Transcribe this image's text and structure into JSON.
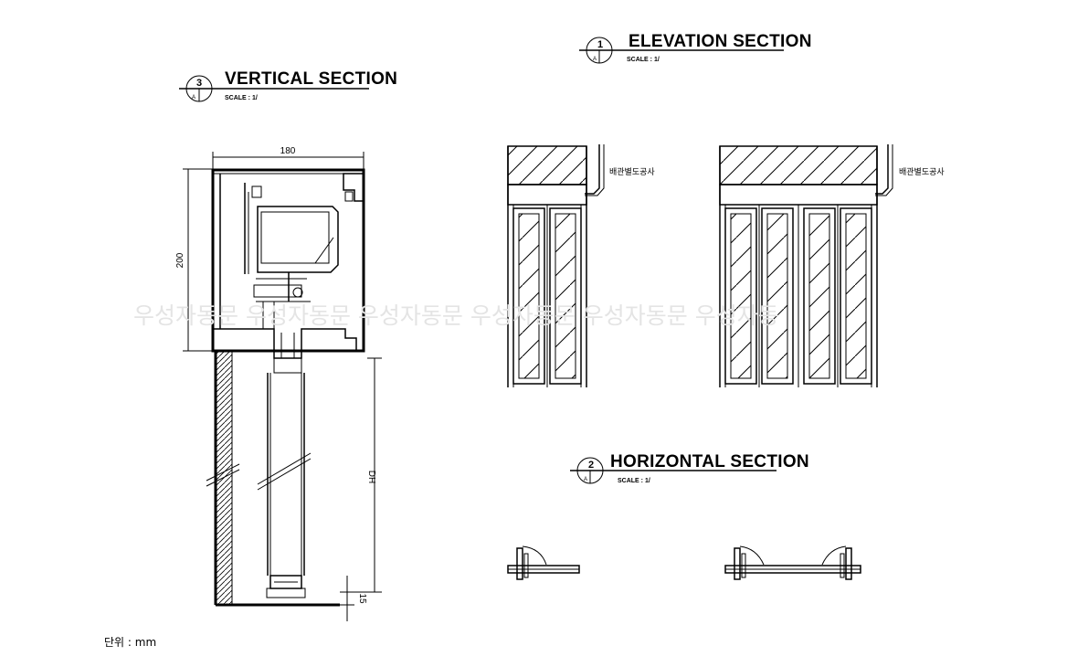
{
  "views": {
    "vertical": {
      "title": "VERTICAL SECTION",
      "scale": "SCALE : 1/",
      "number": "3",
      "sheet": "A"
    },
    "elevation": {
      "title": "ELEVATION SECTION",
      "scale": "SCALE : 1/",
      "number": "1",
      "sheet": "A"
    },
    "horizontal": {
      "title": "HORIZONTAL SECTION",
      "scale": "SCALE : 1/",
      "number": "2",
      "sheet": "A"
    }
  },
  "dimensions": {
    "width": "180",
    "height": "200",
    "door_height": "DH",
    "bottom_gap": "15"
  },
  "notes": {
    "left_elevation": "배관별도공사",
    "right_elevation": "배관별도공사"
  },
  "watermark": "우성자동문   우성자동문   우성자동문   우성자동문   우성자동문   우성자동",
  "unit_label": "단위 : mm"
}
